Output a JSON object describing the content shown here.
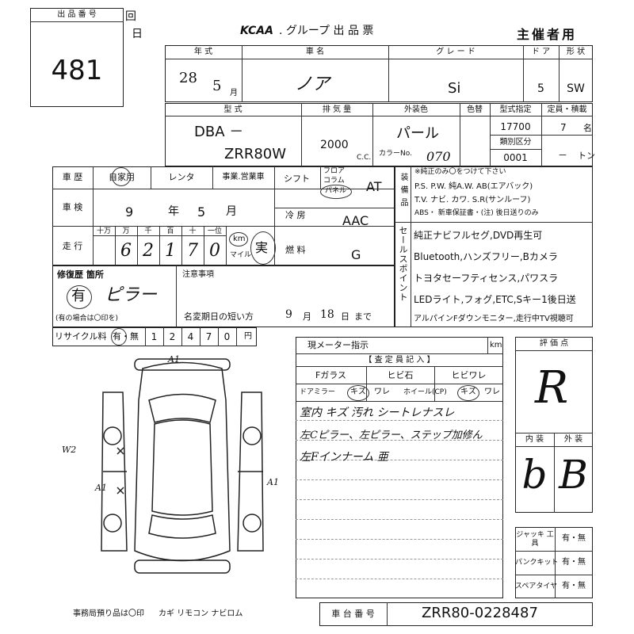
{
  "lot": {
    "header": "出 品 番 号",
    "number": "481"
  },
  "side_marks": {
    "kai": "回",
    "nichi": "日"
  },
  "title": {
    "logo": "KCAA",
    "text": ". グループ 出 品 票",
    "role": "主催者用"
  },
  "row1": {
    "h_year": "年 式",
    "h_name": "車 名",
    "h_grade": "グ レ ー ド",
    "h_door": "ド ア",
    "h_shape": "形 状",
    "year": "28",
    "month": "5",
    "month_unit": "月",
    "name": "ノア",
    "grade": "Si",
    "door": "5",
    "shape": "SW"
  },
  "row2": {
    "h_type": "型 式",
    "h_disp": "排 気 量",
    "h_color": "外装色",
    "h_colorno": "色替",
    "h_model": "型式指定",
    "h_cap": "定員・積載",
    "type1": "DBA －",
    "type2": "ZRR80W",
    "disp": "2000",
    "cc": "C.C.",
    "color": "パール",
    "color_label": "カラーNo.",
    "color_no": "070",
    "model_no": "17700",
    "class_label": "類別区分",
    "class_no": "0001",
    "capacity": "7",
    "cap_unit": "名",
    "load": "－",
    "load_unit": "トン"
  },
  "history": {
    "label": "車 歴",
    "own": "自家用",
    "rental": "レンタ",
    "biz": "事業.営業車"
  },
  "shift": {
    "label": "シフト",
    "floor": "フロア",
    "column": "コラム",
    "panel": "パネル",
    "value": "AT"
  },
  "equipment": {
    "label": "装備品",
    "note": "※純正のみ〇をつけて下さい",
    "line1": "P.S. P.W. 純A.W. AB(エアバック)",
    "line2": "T.V. ナビ. カワ. S.R(サンルーフ)",
    "line3": "ABS・ 新車保証書・(注) 後日送りのみ"
  },
  "inspection": {
    "label": "車 検",
    "year": "9",
    "year_unit": "年",
    "month": "5",
    "month_unit": "月"
  },
  "ac": {
    "label": "冷 房",
    "value": "AAC"
  },
  "mileage": {
    "label": "走 行",
    "units": [
      "十万",
      "万",
      "千",
      "百",
      "十",
      "一位"
    ],
    "digits": [
      "6",
      "2",
      "1",
      "7",
      "0"
    ],
    "km": "km",
    "mile": "マイル",
    "mark": "実"
  },
  "fuel": {
    "label": "燃 料",
    "value": "G"
  },
  "sales_point": {
    "label": "セールスポイント",
    "lines": [
      "純正ナビフルセグ,DVD再生可",
      "Bluetooth,ハンズフリー,Bカメラ",
      "トヨタセーフティセンス,パワスラ",
      "LEDライト,フォグ,ETC,Sキー1後日送",
      "アルパインFダウンモニター,走行中TV視聴可"
    ]
  },
  "repair": {
    "label": "修復歴 箇所",
    "value": "有",
    "place": "ピラー",
    "note": "(有の場合は〇印を)"
  },
  "notes": {
    "label": "注意事項",
    "deadline_label": "名変期日の短い方",
    "month": "9",
    "month_unit": "月",
    "day": "18",
    "day_unit": "日",
    "until": "まで"
  },
  "recycle": {
    "label": "リサイクル料",
    "option": "有・無",
    "digits": [
      "1",
      "2",
      "4",
      "7",
      "0"
    ],
    "unit": "円"
  },
  "meter": {
    "label": "現メーター指示",
    "unit": "km"
  },
  "inspect": {
    "header": "【 査 定 員 記 入 】",
    "fglass": "Fガラス",
    "crack": "ヒビ石",
    "crack2": "ヒビワレ",
    "mirror": "ドアミラー",
    "kizu": "キズ",
    "ware": "ワレ",
    "wheel": "ホイール(CP)",
    "kizu2": "キズ",
    "ware2": "ワレ",
    "comments": [
      "室内 キズ 汚れ シートレナスレ",
      "左Cピラー、左ピラー、ステップ加修ん",
      "左Fインナーム 亜"
    ]
  },
  "grade_box": {
    "label": "評 価 点",
    "score": "R",
    "int_label": "内 装",
    "ext_label": "外 装",
    "int": "b",
    "ext": "B"
  },
  "tools": [
    {
      "label": "ジャッキ 工 具",
      "opt": "有・無"
    },
    {
      "label": "パンクキット",
      "opt": "有・無"
    },
    {
      "label": "スペアタイヤ",
      "opt": "有・無"
    }
  ],
  "footer": {
    "office": "事務局預り品は〇印",
    "items": "カギ リモコン ナビロム"
  },
  "chassis": {
    "label": "車 台 番 号",
    "value": "ZRR80-0228487"
  },
  "diagram": {
    "a1_top": "A1",
    "w2": "W2",
    "a1_side": "A1",
    "a1_front": "A1"
  }
}
